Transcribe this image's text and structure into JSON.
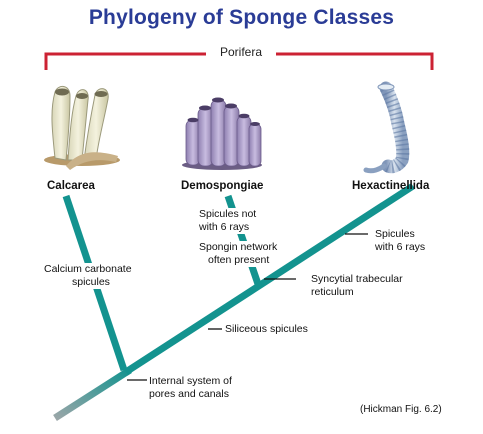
{
  "title": "Phylogeny of Sponge Classes",
  "colors": {
    "title": "#2a3c96",
    "bracket": "#cc2233",
    "branch": "#13938f",
    "root_tail": "#8a9ea2"
  },
  "group_label": "Porifera",
  "taxa": {
    "calcarea": "Calcarea",
    "demospongiae": "Demospongiae",
    "hexactinellida": "Hexactinellida"
  },
  "characters": {
    "calcium_1": "Calcium carbonate",
    "calcium_2": "spicules",
    "demo_spicules_1": "Spicules not",
    "demo_spicules_2": "with 6 rays",
    "spongin_1": "Spongin network",
    "spongin_2": "often present",
    "hexa_spicules_1": "Spicules",
    "hexa_spicules_2": "with 6 rays",
    "syncytial_1": "Syncytial trabecular",
    "syncytial_2": "reticulum",
    "siliceous": "Siliceous spicules",
    "internal_1": "Internal  system of",
    "internal_2": "pores  and canals"
  },
  "citation": "(Hickman Fig. 6.2)",
  "illustrations": {
    "calcarea": "calcareous-sponge-illustration",
    "demospongiae": "demosponge-illustration",
    "hexactinellida": "glass-sponge-illustration"
  }
}
